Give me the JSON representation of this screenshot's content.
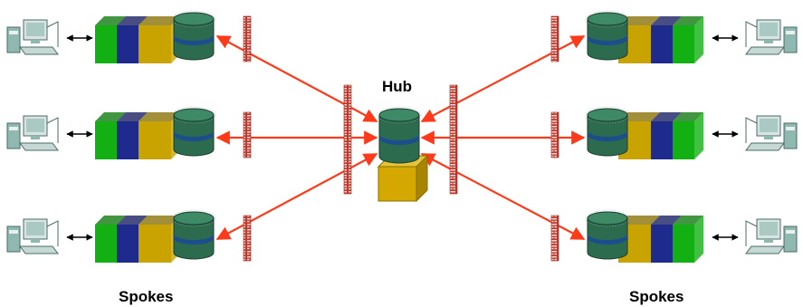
{
  "labels": {
    "hub": "Hub",
    "spokes_left": "Spokes",
    "spokes_right": "Spokes"
  },
  "colors": {
    "arrow": "#ff3a1a",
    "db_body": "#2d6b4f",
    "db_top": "#3f8a66",
    "db_band": "#1c4d8c",
    "block_green": "#12b012",
    "block_navy": "#1e2a8c",
    "block_gold": "#c9a400",
    "firewall": "#c0392b",
    "hub_box": "#d4a800",
    "computer": "#8fb8b0"
  },
  "icons": {
    "computer": "computer-icon",
    "database": "database-icon",
    "firewall": "firewall-icon",
    "queue": "queue-blocks-icon",
    "connector": "double-arrow-icon",
    "hub_box": "cube-icon"
  }
}
